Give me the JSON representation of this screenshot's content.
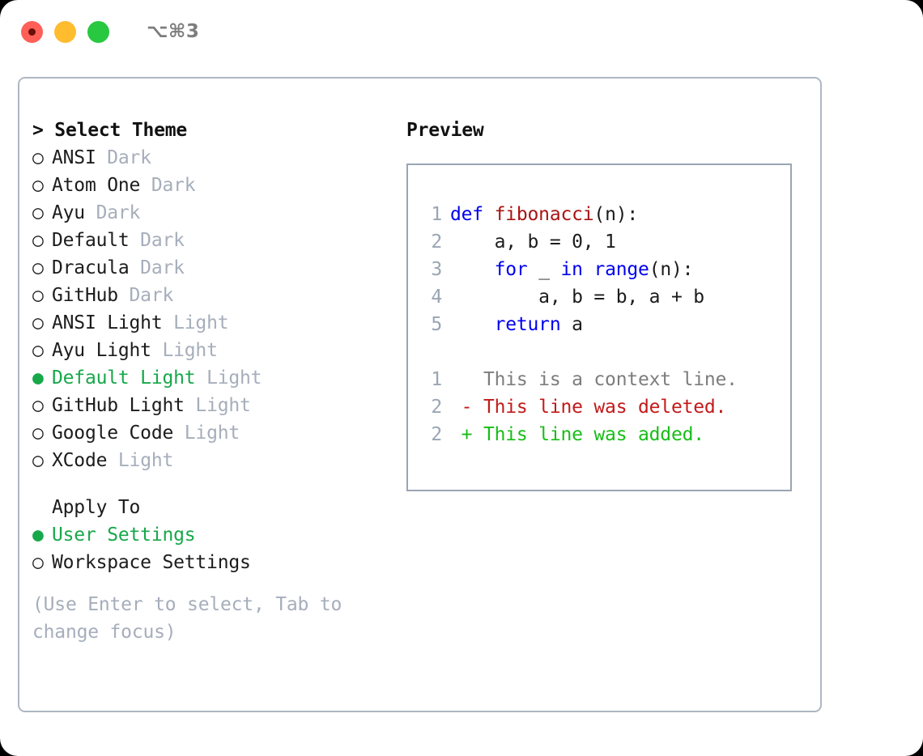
{
  "titlebar": {
    "shortcut": "⌥⌘3",
    "buttons": [
      "close",
      "minimize",
      "zoom"
    ]
  },
  "theme_panel": {
    "header": "> Select Theme",
    "options": [
      {
        "bullet": "○",
        "label": "ANSI",
        "suffix": "Dark",
        "selected": false
      },
      {
        "bullet": "○",
        "label": "Atom One",
        "suffix": "Dark",
        "selected": false
      },
      {
        "bullet": "○",
        "label": "Ayu",
        "suffix": "Dark",
        "selected": false
      },
      {
        "bullet": "○",
        "label": "Default",
        "suffix": "Dark",
        "selected": false
      },
      {
        "bullet": "○",
        "label": "Dracula",
        "suffix": "Dark",
        "selected": false
      },
      {
        "bullet": "○",
        "label": "GitHub",
        "suffix": "Dark",
        "selected": false
      },
      {
        "bullet": "○",
        "label": "ANSI Light",
        "suffix": "Light",
        "selected": false
      },
      {
        "bullet": "○",
        "label": "Ayu Light",
        "suffix": "Light",
        "selected": false
      },
      {
        "bullet": "●",
        "label": "Default Light",
        "suffix": "Light",
        "selected": true
      },
      {
        "bullet": "○",
        "label": "GitHub Light",
        "suffix": "Light",
        "selected": false
      },
      {
        "bullet": "○",
        "label": "Google Code",
        "suffix": "Light",
        "selected": false
      },
      {
        "bullet": "○",
        "label": "XCode",
        "suffix": "Light",
        "selected": false
      }
    ]
  },
  "apply_to": {
    "header": "Apply To",
    "options": [
      {
        "bullet": "●",
        "label": "User Settings",
        "selected": true
      },
      {
        "bullet": "○",
        "label": "Workspace Settings",
        "selected": false
      }
    ]
  },
  "hint": "(Use Enter to select, Tab to change focus)",
  "preview": {
    "title": "Preview",
    "code_lines": [
      {
        "no": "1",
        "tokens": [
          {
            "t": "def ",
            "c": "kw"
          },
          {
            "t": "fibonacci",
            "c": "fn"
          },
          {
            "t": "(n):",
            "c": "plain"
          }
        ]
      },
      {
        "no": "2",
        "tokens": [
          {
            "t": "    a, b = 0, 1",
            "c": "plain"
          }
        ]
      },
      {
        "no": "3",
        "tokens": [
          {
            "t": "    ",
            "c": "plain"
          },
          {
            "t": "for",
            "c": "kw"
          },
          {
            "t": " _ ",
            "c": "plain"
          },
          {
            "t": "in",
            "c": "kw"
          },
          {
            "t": " ",
            "c": "plain"
          },
          {
            "t": "range",
            "c": "kw"
          },
          {
            "t": "(n):",
            "c": "plain"
          }
        ]
      },
      {
        "no": "4",
        "tokens": [
          {
            "t": "        a, b = b, a + b",
            "c": "plain"
          }
        ]
      },
      {
        "no": "5",
        "tokens": [
          {
            "t": "    ",
            "c": "plain"
          },
          {
            "t": "return",
            "c": "kw"
          },
          {
            "t": " a",
            "c": "plain"
          }
        ]
      }
    ],
    "diff_lines": [
      {
        "no": "1",
        "tokens": [
          {
            "t": "   This is a context line.",
            "c": "ctx"
          }
        ]
      },
      {
        "no": "2",
        "tokens": [
          {
            "t": " - This line was deleted.",
            "c": "del"
          }
        ]
      },
      {
        "no": "2",
        "tokens": [
          {
            "t": " + This line was added.",
            "c": "add"
          }
        ]
      }
    ]
  },
  "colors": {
    "accent_green": "#17a84a",
    "muted": "#a6aebb",
    "keyword_blue": "#0000ee",
    "function_red": "#a81414",
    "diff_added": "#18bd18",
    "diff_deleted": "#c21a1a",
    "border": "#aeb7c2",
    "traffic_red": "#ff5f57",
    "traffic_yellow": "#febc2e",
    "traffic_green": "#28c840"
  }
}
